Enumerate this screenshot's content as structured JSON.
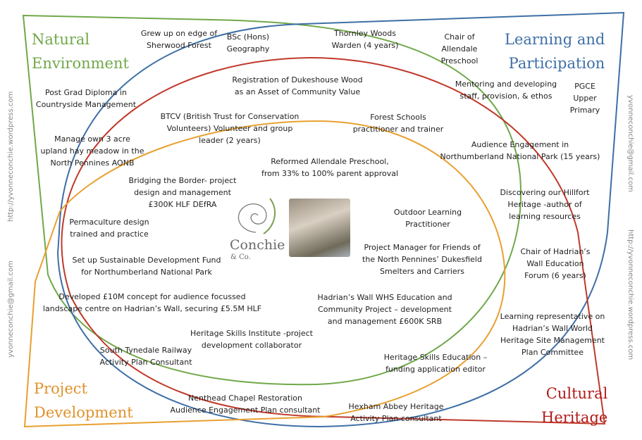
{
  "categories": {
    "natural": {
      "label": "Natural\nEnvironment",
      "color": "#70a84a"
    },
    "learning": {
      "label": "Learning and\nParticipation",
      "color": "#3e6fa6"
    },
    "project": {
      "label": "Project\nDevelopment",
      "color": "#e0922a"
    },
    "cultural": {
      "label": "Cultural\nHeritage",
      "color": "#b01b1b"
    }
  },
  "side_text": {
    "left_top": "http://yvonneconchie.wordpress.com",
    "left_bottom": "yvonneconchie@gmail.com",
    "right_top": "yvonneconchie@gmail.com",
    "right_bottom": "http://yvonneconchie.wordpress.com"
  },
  "logo": {
    "name": "Conchie",
    "sub": "& Co."
  },
  "items": [
    "Grew up on edge of\nSherwood Forest",
    "BSc (Hons)\nGeography",
    "Thornley Woods\nWarden (4 years)",
    "Chair of\nAllendale\nPreschool",
    "Post Grad Diploma in\nCountryside Management",
    "Registration of Dukeshouse Wood\nas an Asset of Community Value",
    "Mentoring and developing\nstaff, provision, & ethos",
    "PGCE\nUpper\nPrimary",
    "BTCV (British Trust for Conservation\nVolunteers) Volunteer and group\nleader (2 years)",
    "Forest Schools\npractitioner and trainer",
    "Manage own 3 acre\nupland hay meadow in the\nNorth Pennines AONB",
    "Audience Engagement in\nNorthumberland National Park (15 years)",
    "Reformed Allendale Preschool,\nfrom 33% to 100% parent approval",
    "Bridging the Border- project\ndesign and management\n£300K HLF DEfRA",
    "Discovering our Hillfort\nHeritage -author of\nlearning resources",
    "Permaculture design\ntrained and practice",
    "Outdoor Learning\nPractitioner",
    "Project Manager for Friends of\nthe North Pennines’ Dukesfield\nSmelters and Carriers",
    "Chair of Hadrian’s\nWall Education\nForum (6 years)",
    "Set up Sustainable Development Fund\nfor Northumberland National Park",
    "Developed £10M concept for audience focussed\nlandscape centre on Hadrian’s Wall, securing £5.5M HLF",
    "Hadrian’s Wall WHS Education and\nCommunity Project – development\nand management £600K SRB",
    "Learning representative on\nHadrian’s Wall World\nHeritage Site Management\nPlan Committee",
    "Heritage Skills Institute -project\ndevelopment collaborator",
    "South Tynedale Railway\nActivity Plan Consultant",
    "Heritage Skills Education –\nfunding application editor",
    "Nenthead Chapel Restoration\nAudience Engagement Plan consultant",
    "Hexham Abbey Heritage\nActivity Plan consultant"
  ]
}
